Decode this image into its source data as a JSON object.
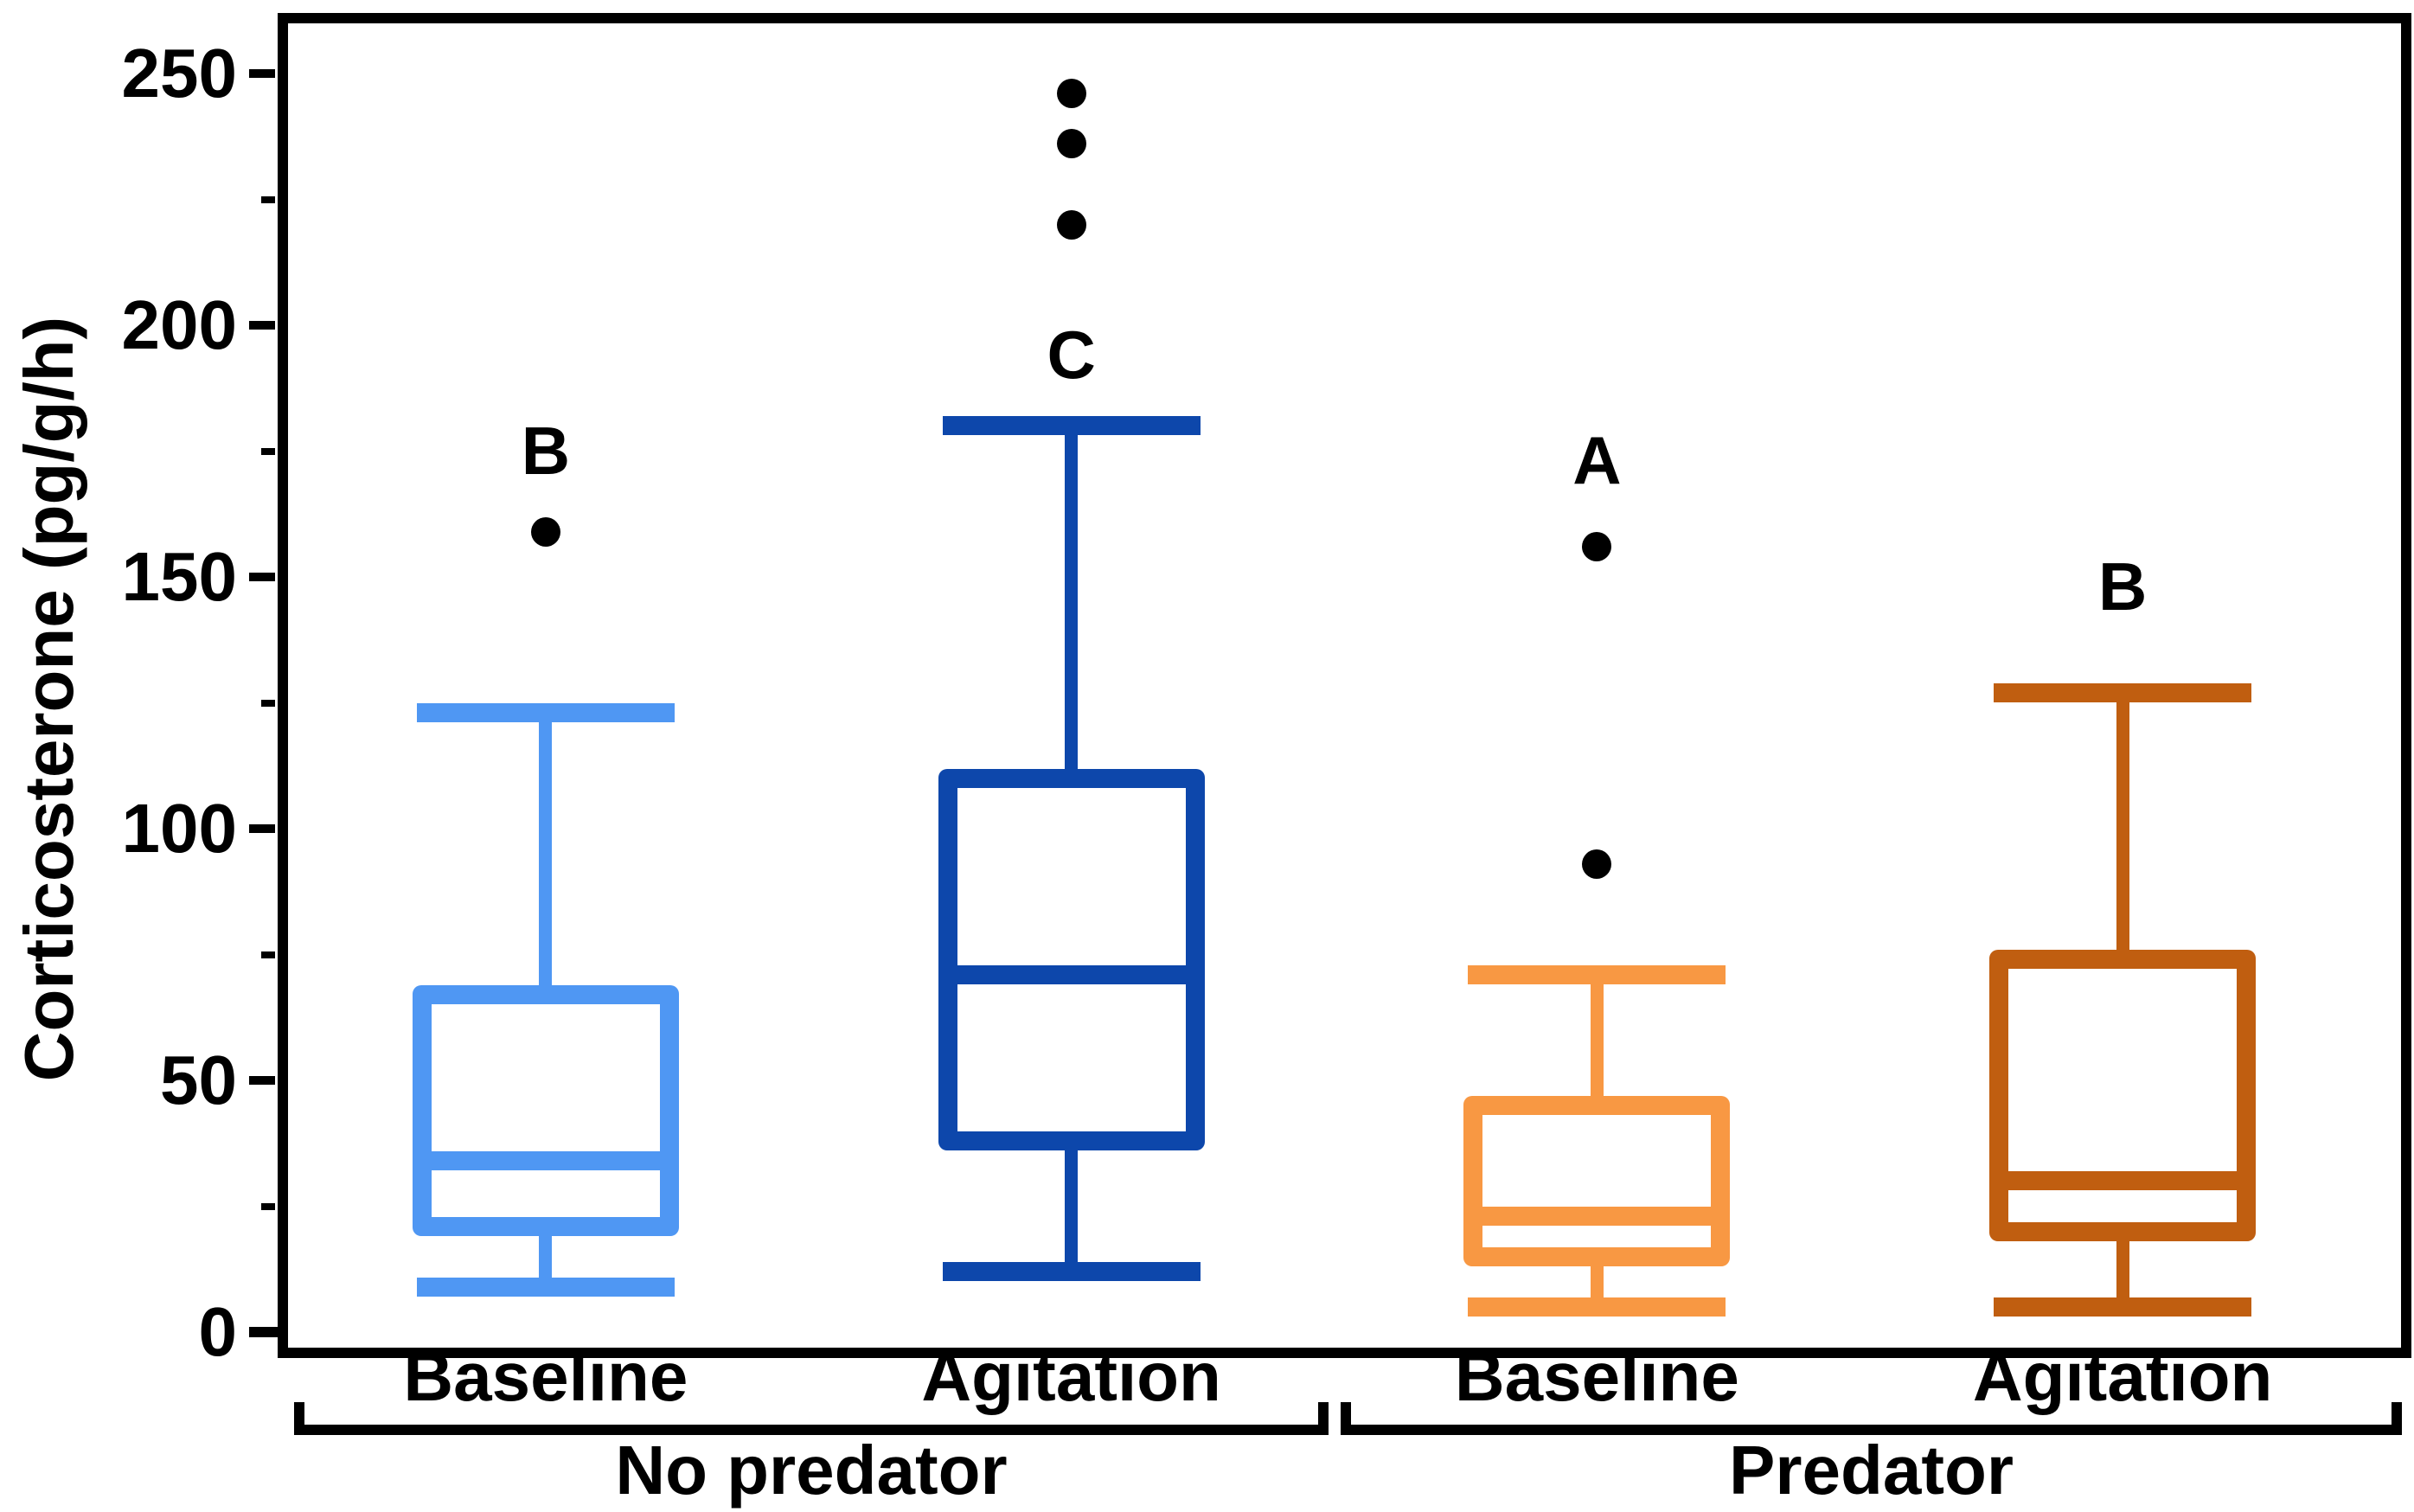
{
  "chart_data": {
    "type": "boxplot",
    "title": "",
    "ylabel": "Corticosterone (pg/g/h)",
    "xlabel": "",
    "ylim": [
      0,
      250
    ],
    "y_major_ticks": [
      0,
      50,
      100,
      150,
      200,
      250
    ],
    "y_minor_ticks": [
      25,
      75,
      125,
      175,
      225
    ],
    "grid": false,
    "legend": "none",
    "frame": "full box frame, ticks outside left",
    "series": [
      {
        "category": "Baseline",
        "group": "No predator",
        "color": "#4f97f3",
        "whisker_low": 9,
        "q1": 21,
        "median": 34,
        "q3": 67,
        "whisker_high": 123,
        "outliers": [
          159
        ],
        "sig_letter": "B",
        "sig_letter_y": 175
      },
      {
        "category": "Agitation",
        "group": "No predator",
        "color": "#0d47ab",
        "whisker_low": 12,
        "q1": 38,
        "median": 71,
        "q3": 110,
        "whisker_high": 180,
        "outliers": [
          220,
          236,
          246
        ],
        "sig_letter": "C",
        "sig_letter_y": 194
      },
      {
        "category": "Baseline",
        "group": "Predator",
        "color": "#f89843",
        "whisker_low": 5,
        "q1": 15,
        "median": 23,
        "q3": 45,
        "whisker_high": 71,
        "outliers": [
          93,
          156
        ],
        "sig_letter": "A",
        "sig_letter_y": 173
      },
      {
        "category": "Agitation",
        "group": "Predator",
        "color": "#c05e10",
        "whisker_low": 5,
        "q1": 20,
        "median": 30,
        "q3": 74,
        "whisker_high": 127,
        "outliers": [],
        "sig_letter": "B",
        "sig_letter_y": 148
      }
    ],
    "group_brackets": [
      {
        "label": "No predator",
        "series_indices": [
          0,
          1
        ]
      },
      {
        "label": "Predator",
        "series_indices": [
          2,
          3
        ]
      }
    ],
    "colors": {
      "box1_light_blue": "#4f97f3",
      "box2_dark_blue": "#0d47ab",
      "box3_light_orange": "#f89843",
      "box4_dark_orange": "#c05e10",
      "axis_and_text": "#000000",
      "background": "#ffffff"
    }
  }
}
